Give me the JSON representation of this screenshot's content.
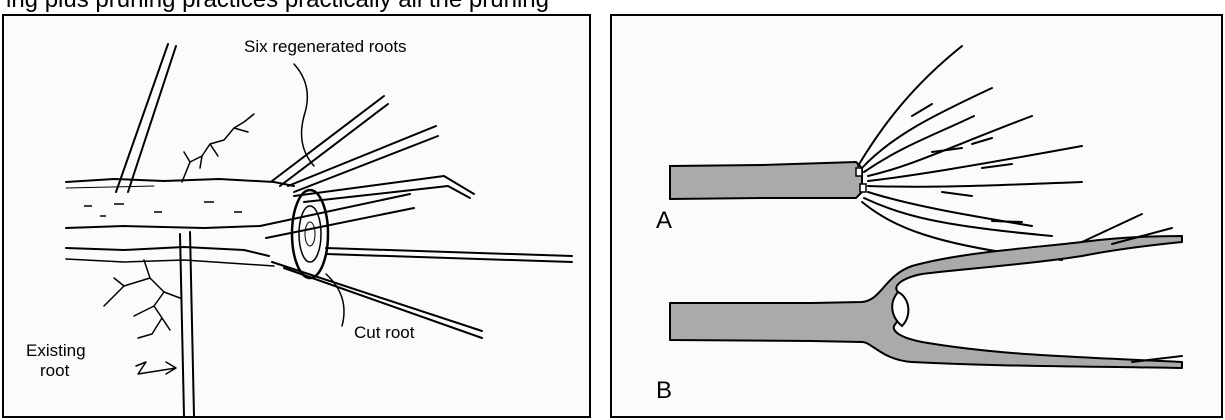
{
  "caption": "ing plus pruning practices        practically all the pruning",
  "left_panel": {
    "labels": {
      "regenerated": "Six regenerated roots",
      "cut_root": "Cut root",
      "existing_line1": "Existing",
      "existing_line2": "root"
    }
  },
  "right_panel": {
    "labels": {
      "a": "A",
      "b": "B"
    }
  },
  "colors": {
    "root_fill": "#aaaaaa",
    "line": "#000000"
  }
}
